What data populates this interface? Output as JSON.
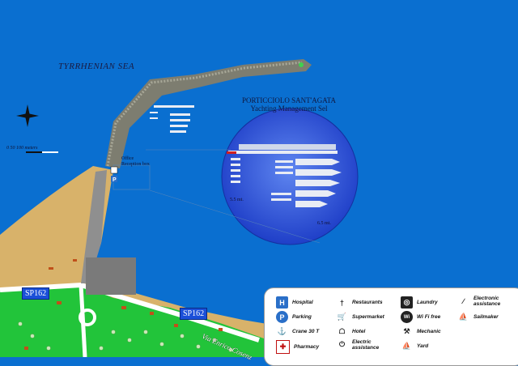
{
  "colors": {
    "sea": "#0a6fd0",
    "beach": "#d8b26a",
    "grass": "#22c43a",
    "road": "#ffffff",
    "pier": "#8f8f8f",
    "legend_bg": "#ffffff",
    "legend_blue": "#2a6fc8",
    "road_badge": "#1a4fd8"
  },
  "labels": {
    "sea": "TYRRHENIAN SEA",
    "marina_line1": "PORTICCIOLO SANT'AGATA",
    "marina_line2": "Yachting Management Sel",
    "dim_a": "5.5 mt.",
    "dim_b": "6.5 mt.",
    "scale": "0      50      100 meters",
    "office_line1": "Office",
    "office_line2": "Reception box",
    "road_1": "SP162",
    "road_2": "SP162",
    "street": "Via Enrico Cosenz"
  },
  "legend": {
    "hospital": "Hospital",
    "parking": "Parking",
    "crane": "Crane 30 T",
    "pharmacy": "Pharmacy",
    "restaurants": "Restaurants",
    "supermarket": "Supermarket",
    "hotel": "Hotel",
    "electric1": "Electric",
    "electric2": "assistance",
    "laundry": "Laundry",
    "wifi": "Wi Fi free",
    "mechanic": "Mechanic",
    "yard": "Yard",
    "electronic1": "Electronic",
    "electronic2": "assistance",
    "sailmaker": "Sailmaker"
  },
  "icons": {
    "hospital": "hospital-icon",
    "parking": "parking-icon",
    "crane": "crane-hook-icon",
    "pharmacy": "pharmacy-cross-icon",
    "restaurants": "fork-knife-icon",
    "supermarket": "shopping-cart-icon",
    "hotel": "bed-icon",
    "electric": "plug-icon",
    "laundry": "washing-machine-icon",
    "wifi": "wifi-icon",
    "mechanic": "wrench-icon",
    "yard": "boat-icon",
    "electronic": "screwdriver-icon",
    "sailmaker": "sail-icon"
  }
}
